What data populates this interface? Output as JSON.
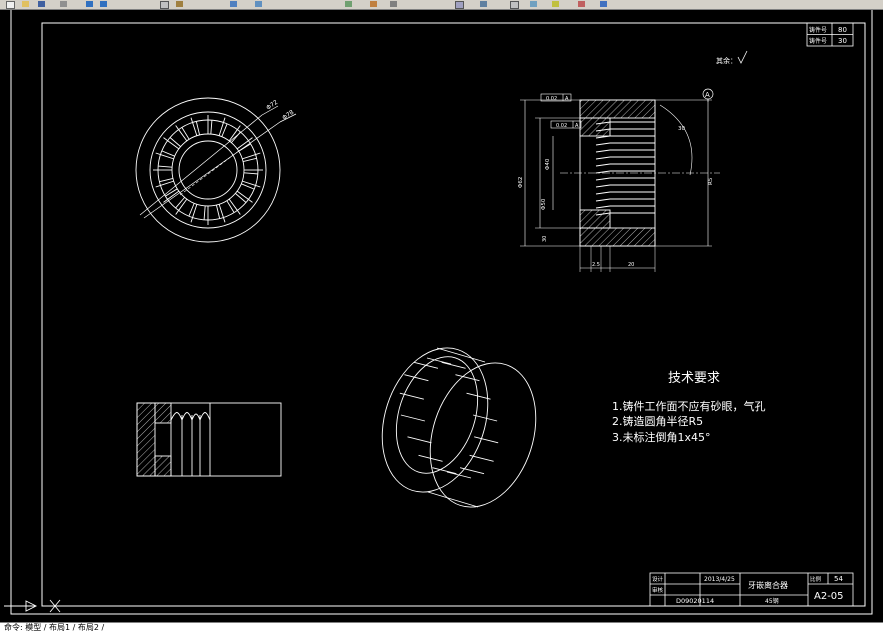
{
  "drawing": {
    "tech_req": {
      "title": "技术要求",
      "items": [
        "1.铸件工作面不应有砂眼，气孔",
        "2.铸造圆角半径R5",
        "3.未标注倒角1x45°"
      ]
    },
    "surface_note": "其余：",
    "datum_letter": "A",
    "corner_table": [
      {
        "label": "铸件号",
        "value": "80"
      },
      {
        "label": "铸件号",
        "value": "30"
      }
    ],
    "tolerance_frames": [
      {
        "value": "0.02",
        "datum": "A"
      },
      {
        "value": "0.02",
        "datum": "A"
      }
    ],
    "dims": {
      "d1": "Φ72",
      "d2": "Φ78",
      "v1": "Φ62",
      "v2": "Φ50",
      "v3": "Φ40",
      "h1": "20",
      "h2": "2.5",
      "h3": "30",
      "r1": "R5",
      "ang": "30"
    },
    "title_block": {
      "design_label": "设计",
      "check_label": "审核",
      "date": "2013/4/25",
      "student_no": "D09020114",
      "part_name": "牙嵌离合器",
      "material": "45钢",
      "ratio_label": "比例",
      "ratio_value": "54",
      "drawing_no": "A2-05"
    }
  },
  "command_line": {
    "prompt": "命令:  模型  /  布局1  /  布局2  /"
  }
}
